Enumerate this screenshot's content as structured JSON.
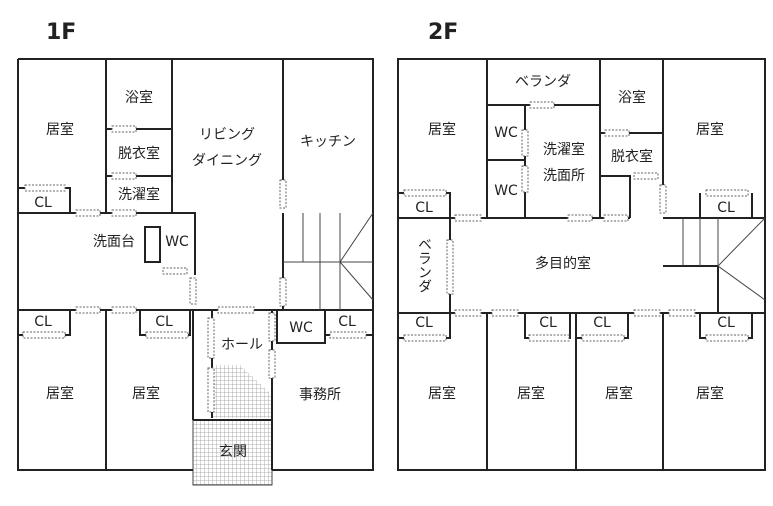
{
  "floor1": {
    "title": "1F",
    "rooms": {
      "bedroom_nw": "居室",
      "bath": "浴室",
      "dressing": "脱衣室",
      "laundry": "洗濯室",
      "living1": "リビング",
      "living2": "ダイニング",
      "kitchen": "キッチン",
      "cl_nw": "CL",
      "washbasin": "洗面台",
      "wc1": "WC",
      "cl_sw1": "CL",
      "cl_sw2": "CL",
      "hall": "ホール",
      "wc2": "WC",
      "cl_se": "CL",
      "bedroom_sw1": "居室",
      "bedroom_sw2": "居室",
      "office": "事務所",
      "entrance": "玄関"
    }
  },
  "floor2": {
    "title": "2F",
    "rooms": {
      "bedroom_nw": "居室",
      "veranda_top": "ベランダ",
      "wc_a": "WC",
      "wc_b": "WC",
      "laundry": "洗濯室",
      "washroom": "洗面所",
      "bath": "浴室",
      "dressing": "脱衣室",
      "bedroom_ne": "居室",
      "cl_nw": "CL",
      "cl_ne": "CL",
      "veranda_left": "ベランダ",
      "multipurpose": "多目的室",
      "cl_s1": "CL",
      "cl_s2": "CL",
      "cl_s3": "CL",
      "cl_s4": "CL",
      "bedroom_s1": "居室",
      "bedroom_s2": "居室",
      "bedroom_s3": "居室",
      "bedroom_s4": "居室"
    }
  }
}
